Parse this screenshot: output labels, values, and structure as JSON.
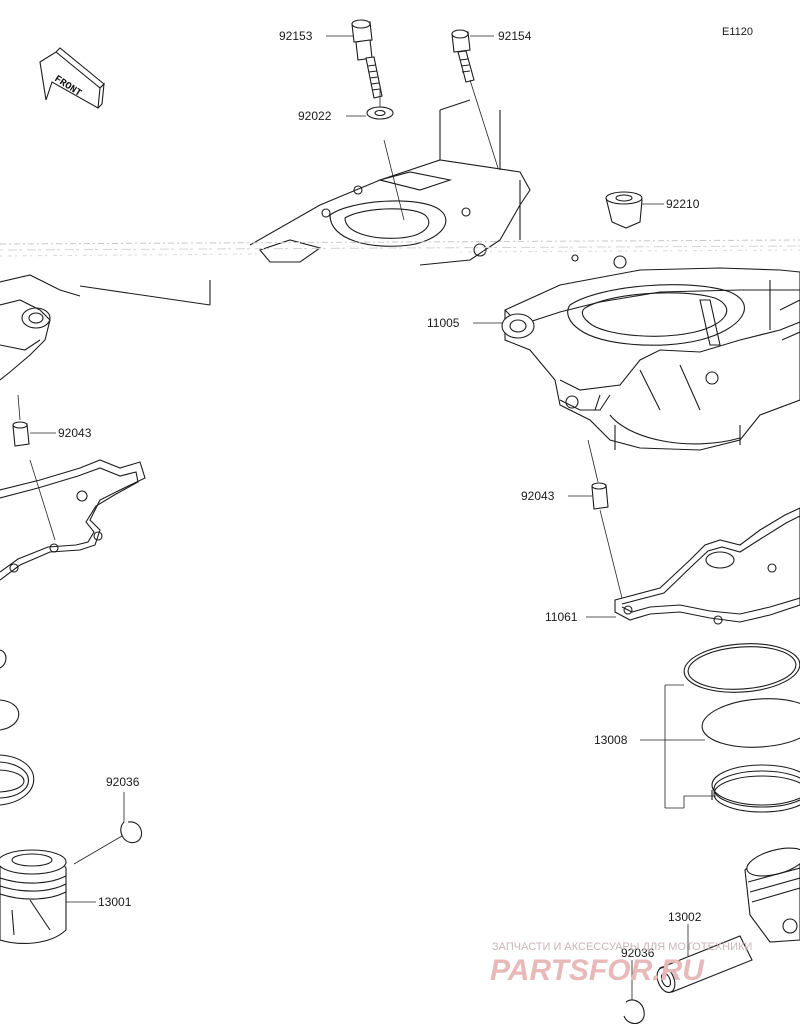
{
  "diagram": {
    "code": "E1120",
    "front_label": "FRONT",
    "callouts": {
      "p92153": "92153",
      "p92154": "92154",
      "p92022": "92022",
      "p92210": "92210",
      "p11005": "11005",
      "p92043_left": "92043",
      "p92043_right": "92043",
      "p11061": "11061",
      "p13008": "13008",
      "p92036_left": "92036",
      "p13001": "13001",
      "p13002": "13002",
      "p92036_right": "92036"
    }
  },
  "watermark": {
    "subtitle": "ЗАПЧАСТИ И АКСЕССУАРЫ ДЛЯ МОТОТЕХНИКИ",
    "brand": "PARTSFOR.RU"
  }
}
